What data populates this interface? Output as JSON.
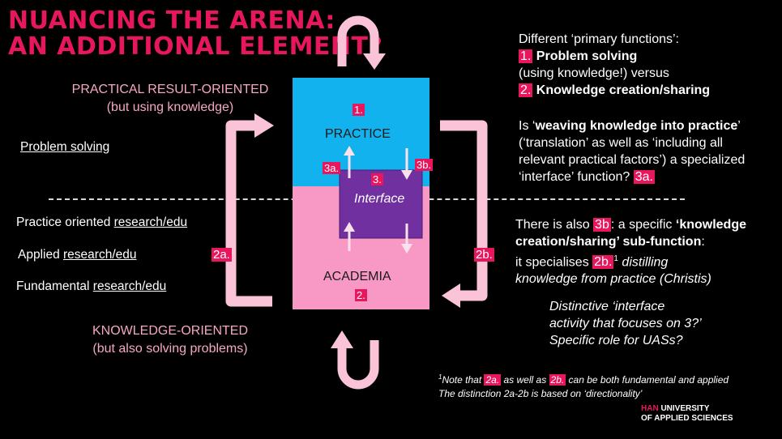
{
  "title": {
    "line1": "NUANCING THE ARENA:",
    "line2": "AN ADDITIONAL ELEMENT?"
  },
  "left": {
    "practical_heading": "PRACTICAL RESULT-ORIENTED",
    "practical_sub": "(but using knowledge)",
    "problem_solving": "Problem solving",
    "row1_prefix": "Practice oriented ",
    "row1_link": "research/edu",
    "row2_prefix": "Applied ",
    "row2_link": "research/edu",
    "row3_prefix": "Fundamental ",
    "row3_link": "research/edu",
    "knowledge_heading": "KNOWLEDGE-ORIENTED",
    "knowledge_sub": "(but also solving problems)"
  },
  "diagram": {
    "practice_number": "1.",
    "practice_label": "PRACTICE",
    "interface_number": "3.",
    "interface_label": "Interface",
    "academia_label": "ACADEMIA",
    "academia_number": "2.",
    "badge_3a": "3a.",
    "badge_3b": "3b.",
    "badge_2a": "2a.",
    "badge_2b": "2b.",
    "colors": {
      "practice": "#12b2ee",
      "academia": "#f799c4",
      "interface": "#7030a0",
      "arrow": "#fbc3d8",
      "accent": "#e8175d"
    }
  },
  "right": {
    "intro": "Different ‘primary functions’:",
    "f1_num": "1.",
    "f1_label": "Problem solving",
    "f1_note": "(using knowledge!) versus",
    "f2_num": "2.",
    "f2_label": "Knowledge creation/sharing",
    "q_pre": "Is ‘",
    "q_bold": "weaving knowledge into practice",
    "q_rest1": "’",
    "q_line2": "(‘translation’ as well as ‘including all",
    "q_line3": "relevant practical factors’) a specialized",
    "q_line4": "‘interface’ function?",
    "q_badge": "3a.",
    "also_pre": "There is also ",
    "also_badge": "3b",
    "also_colon": ": a specific ",
    "also_bold1": "‘knowledge",
    "also_bold2": "creation/sharing’ sub-function",
    "also_colon2": ":",
    "spec_pre": "it specialises ",
    "spec_badge": "2b.",
    "spec_sup": "1",
    "spec_ital": " distilling",
    "spec_line2": "knowledge from practice (Christis)",
    "dist1": "Distinctive ‘interface",
    "dist2": "activity that focuses on 3?’",
    "dist3": "Specific role for UASs?"
  },
  "footnote": {
    "sup": "1",
    "pre": "Note that ",
    "b1": "2a.",
    "mid": " as well as ",
    "b2": "2b.",
    "post": " can be both fundamental and applied",
    "line2": "The distinction 2a-2b is based on ‘directionality’"
  },
  "logo": {
    "han": "HAN",
    "line1": "UNIVERSITY",
    "line2": "OF APPLIED SCIENCES"
  }
}
